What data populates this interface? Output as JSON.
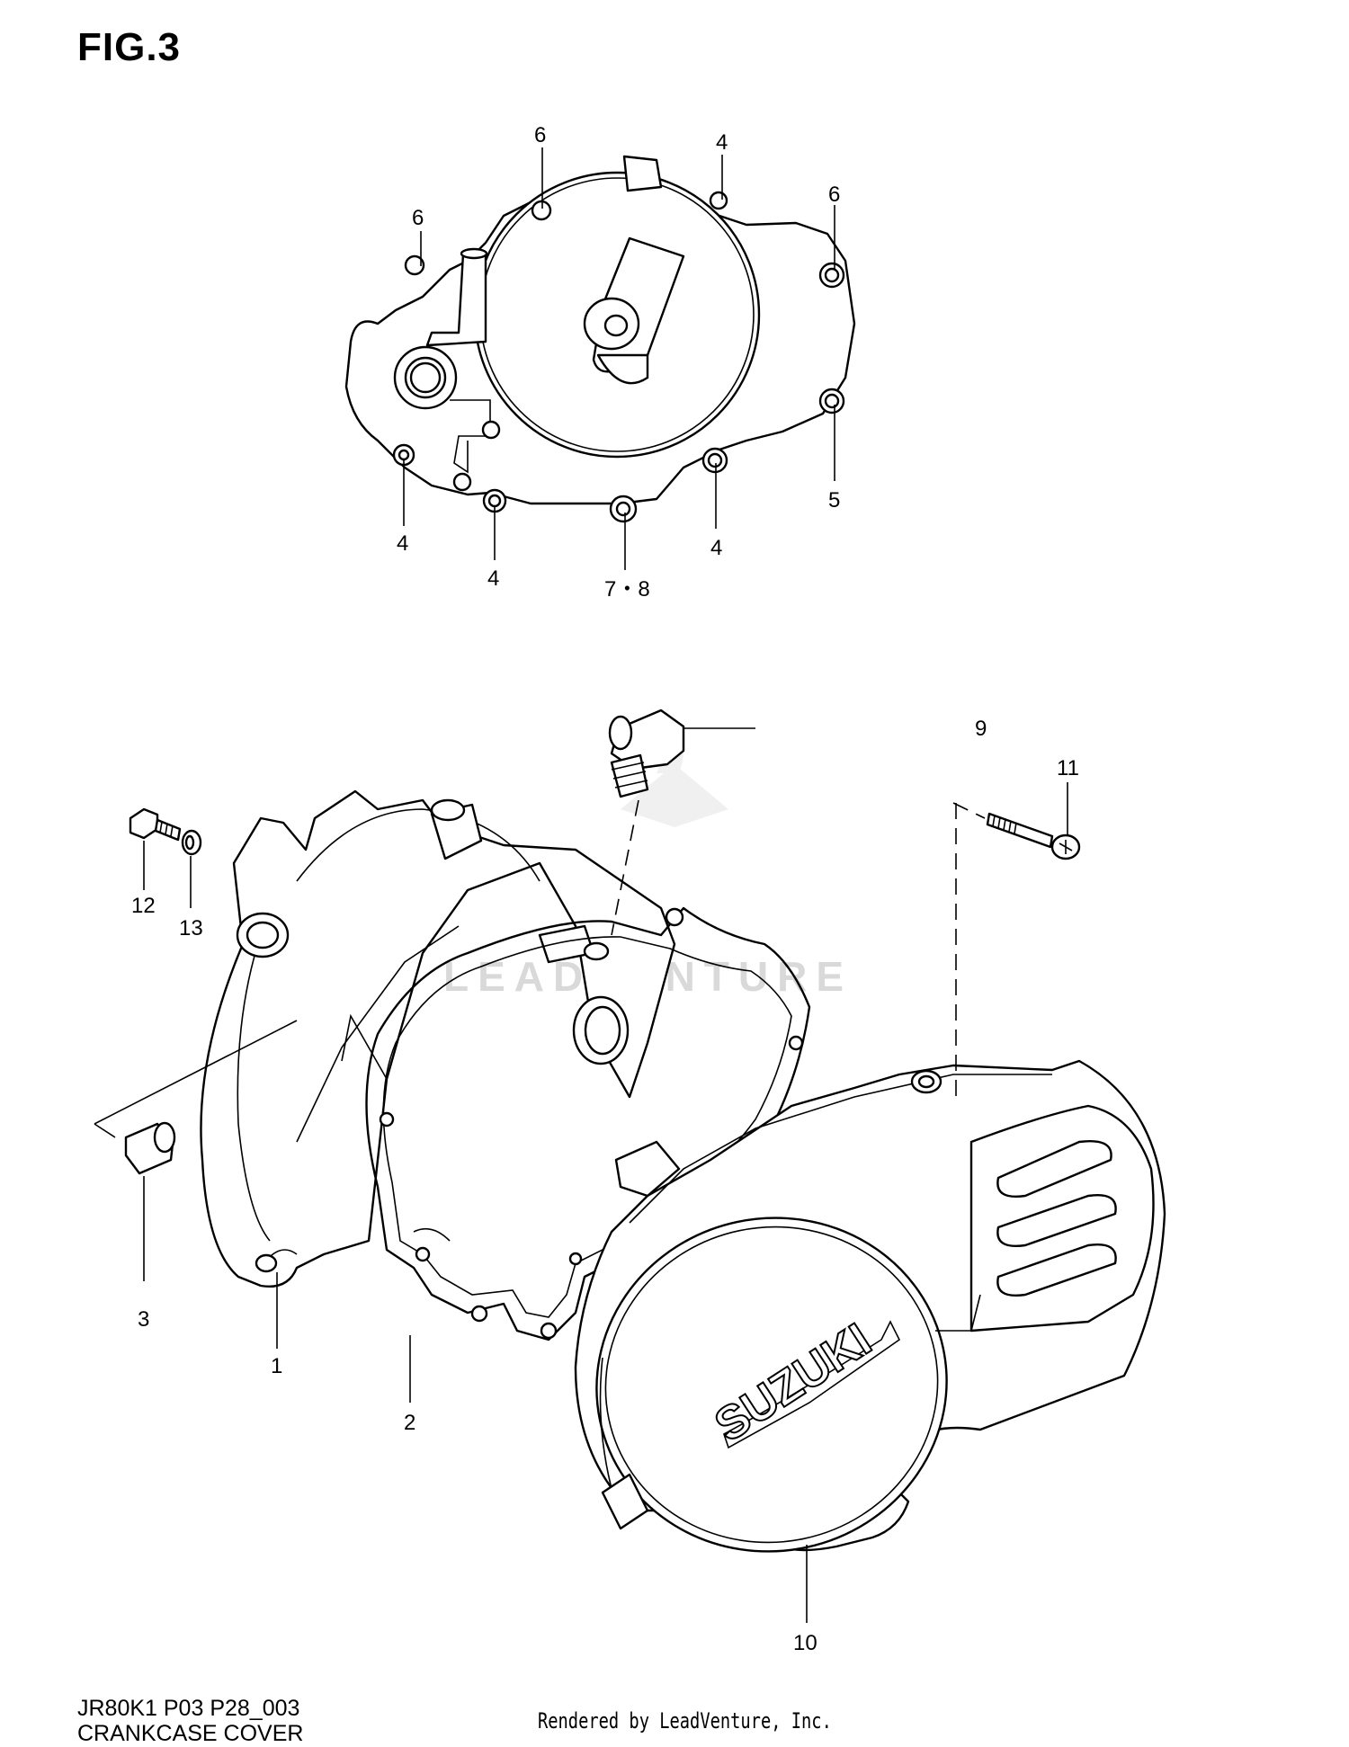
{
  "figure": {
    "title": "FIG.3"
  },
  "callouts": {
    "top_6_left": "6",
    "top_6_center": "6",
    "top_4_top": "4",
    "top_6_right": "6",
    "top_4_left_bottom": "4",
    "top_4_center_bottom": "4",
    "top_7_8": "7・8",
    "top_4_right_bottom": "4",
    "top_5": "5",
    "part_9": "9",
    "part_11": "11",
    "part_12": "12",
    "part_13": "13",
    "part_3": "3",
    "part_1": "1",
    "part_2": "2",
    "part_10": "10"
  },
  "cover_logo": "SUZUKI",
  "watermark": "LEADVENTURE",
  "footer": {
    "model_code": "JR80K1 P03 P28_003",
    "section_name": "CRANKCASE COVER",
    "rendered_by": "Rendered by LeadVenture, Inc."
  }
}
